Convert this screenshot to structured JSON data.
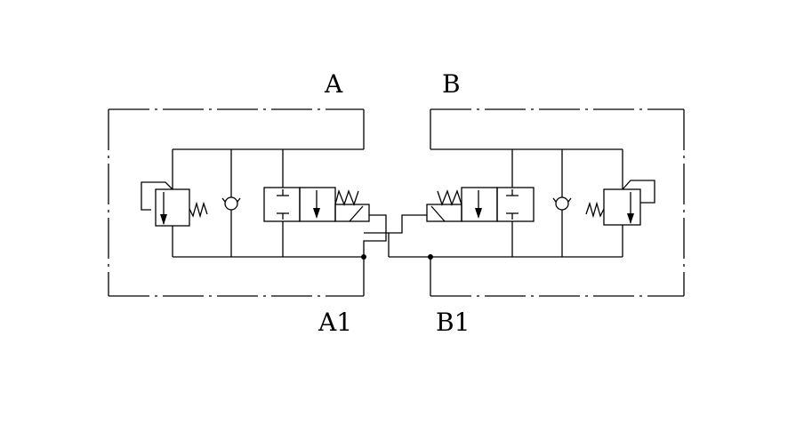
{
  "ports": {
    "a": "A",
    "b": "B",
    "a1": "A1",
    "b1": "B1"
  },
  "colors": {
    "line": "#000000",
    "background": "#ffffff"
  }
}
